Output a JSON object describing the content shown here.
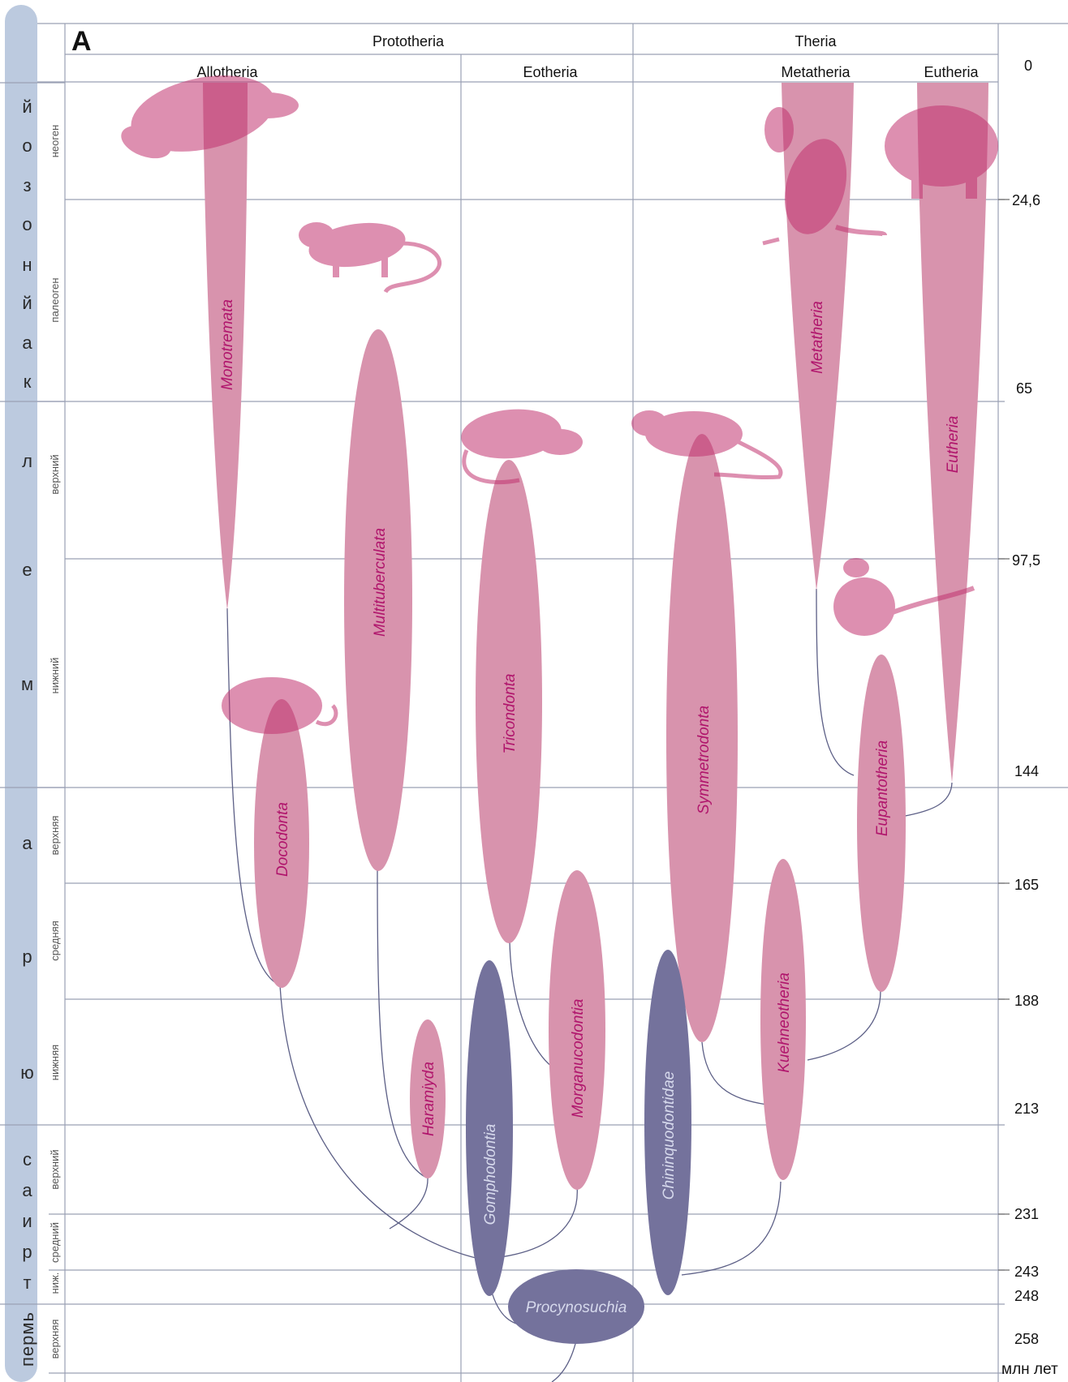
{
  "panel_letter": "A",
  "groups": {
    "prototheria": "Prototheria",
    "theria": "Theria",
    "allotheria": "Allotheria",
    "eotheria": "Eotheria",
    "metatheria": "Metatheria",
    "eutheria": "Eutheria"
  },
  "eras": [
    {
      "id": "cenozoic",
      "letters": [
        "к",
        "а",
        "й",
        "н",
        "о",
        "з",
        "о",
        "й"
      ]
    },
    {
      "id": "mesozoic",
      "letters": [
        "м",
        "е",
        "л"
      ],
      "letters2": [
        "ю",
        "р",
        "а"
      ],
      "letters3": [
        "т",
        "р",
        "и",
        "а",
        "с"
      ]
    }
  ],
  "periods": {
    "cenozoic": "кайнозой",
    "cretaceous": "мел",
    "jurassic": "юра",
    "triassic": "триас",
    "permian": "пермь"
  },
  "epochs": {
    "neogene": "неоген",
    "paleogene": "палеоген",
    "cret_upper": "верхний",
    "cret_lower": "нижний",
    "jur_upper": "верхняя",
    "jur_middle": "средняя",
    "jur_lower": "нижняя",
    "tri_upper": "верхний",
    "tri_middle": "средний",
    "tri_lower": "ниж.",
    "perm_upper": "верхняя"
  },
  "ages": [
    "0",
    "24,6",
    "65",
    "97,5",
    "144",
    "165",
    "188",
    "213",
    "231",
    "243",
    "248",
    "258"
  ],
  "age_unit": "млн лет",
  "taxa": {
    "monotremata": "Monotremata",
    "multituberculata": "Multituberculata",
    "docodonta": "Docodonta",
    "haramiyda": "Haramiyda",
    "tricondonta": "Tricondonta",
    "morganucodontia": "Morganucodontia",
    "gomphodontia": "Gomphodontia",
    "symmetrodonta": "Symmetrodonta",
    "kuehneotheria": "Kuehneotheria",
    "chininquodontidae": "Chininquodontidae",
    "metatheria": "Metatheria",
    "eutheria": "Eutheria",
    "eupantotheria": "Eupantotheria",
    "procynosuchia": "Procynosuchia"
  },
  "colors": {
    "taxon_fill": "#d893ad",
    "taxon_text": "#b0156c",
    "ancestral_fill": "#74729c",
    "ancestral_text": "#d6d9ec",
    "timeline_bar": "#bccadf",
    "grid": "#9aa0b4",
    "branch": "#5c5f86",
    "animal": "#c2346f"
  },
  "animals": [
    "platypus-icon",
    "opossum-icon",
    "shrew-icon",
    "rat-icon",
    "kangaroo-icon",
    "elephant-icon",
    "climber-icon",
    "mole-icon"
  ]
}
